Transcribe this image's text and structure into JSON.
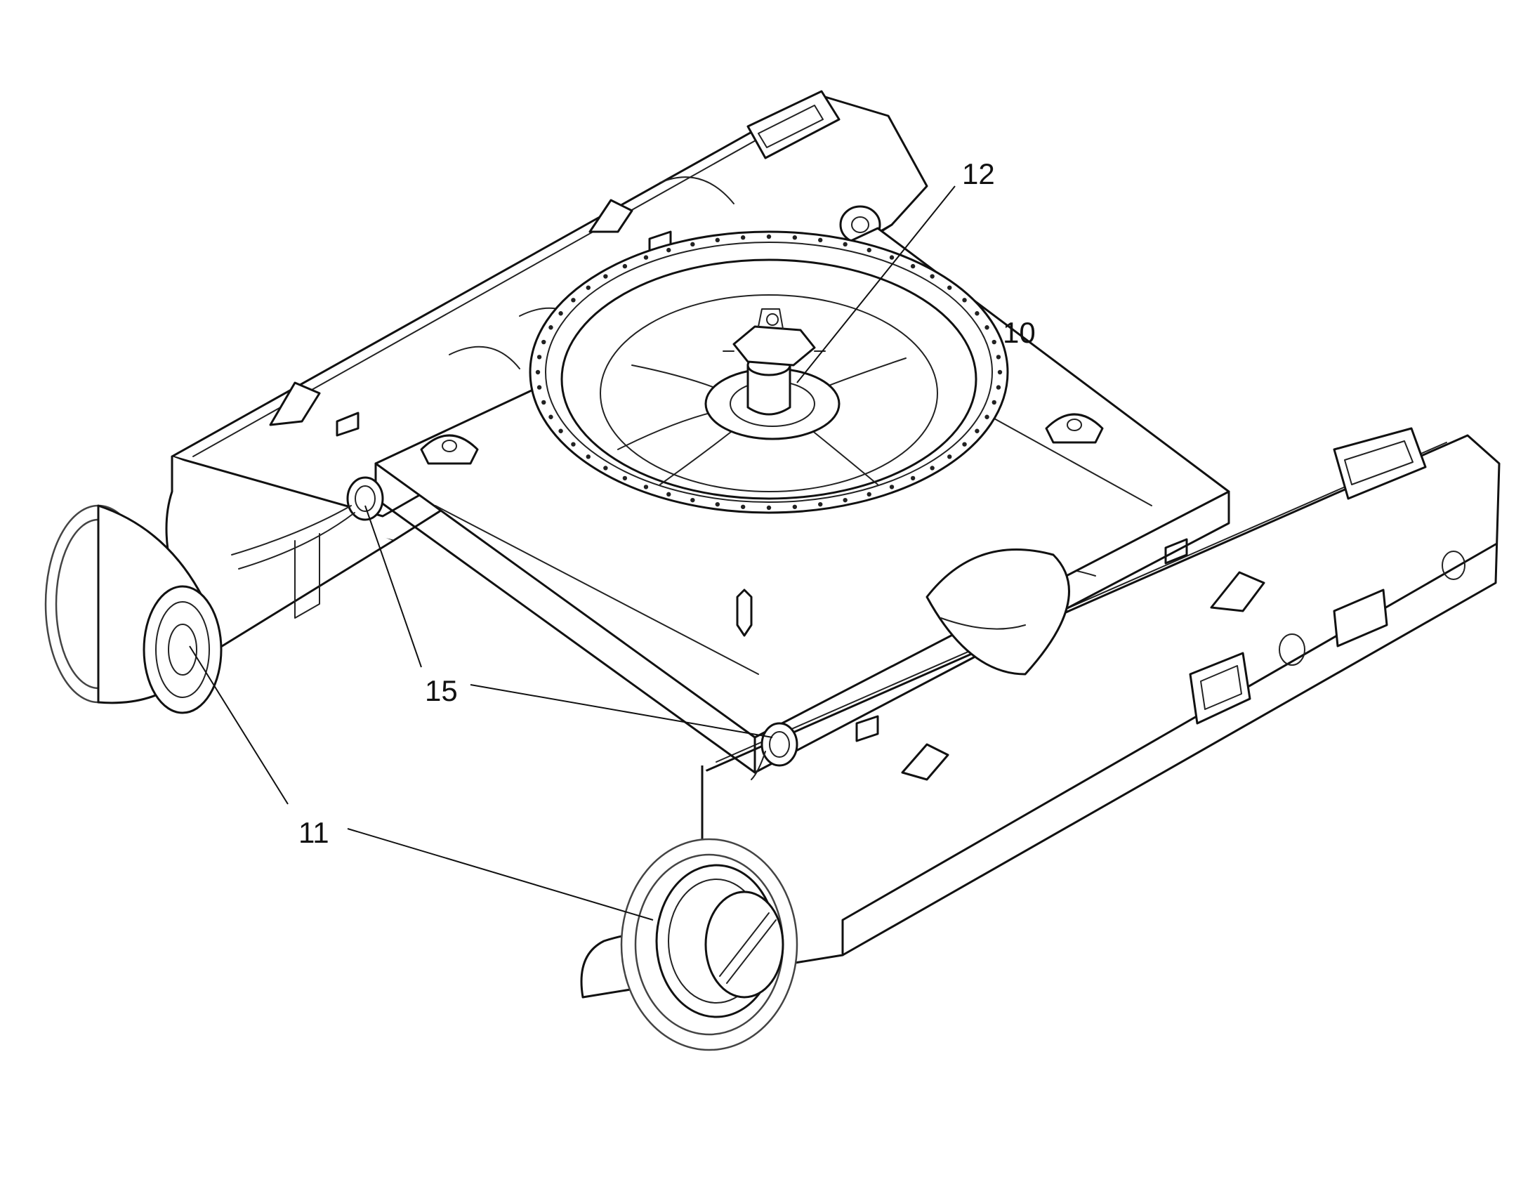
{
  "callouts": [
    {
      "id": "callout-10",
      "label": "10"
    },
    {
      "id": "callout-11",
      "label": "11"
    },
    {
      "id": "callout-12",
      "label": "12"
    },
    {
      "id": "callout-15",
      "label": "15"
    }
  ]
}
